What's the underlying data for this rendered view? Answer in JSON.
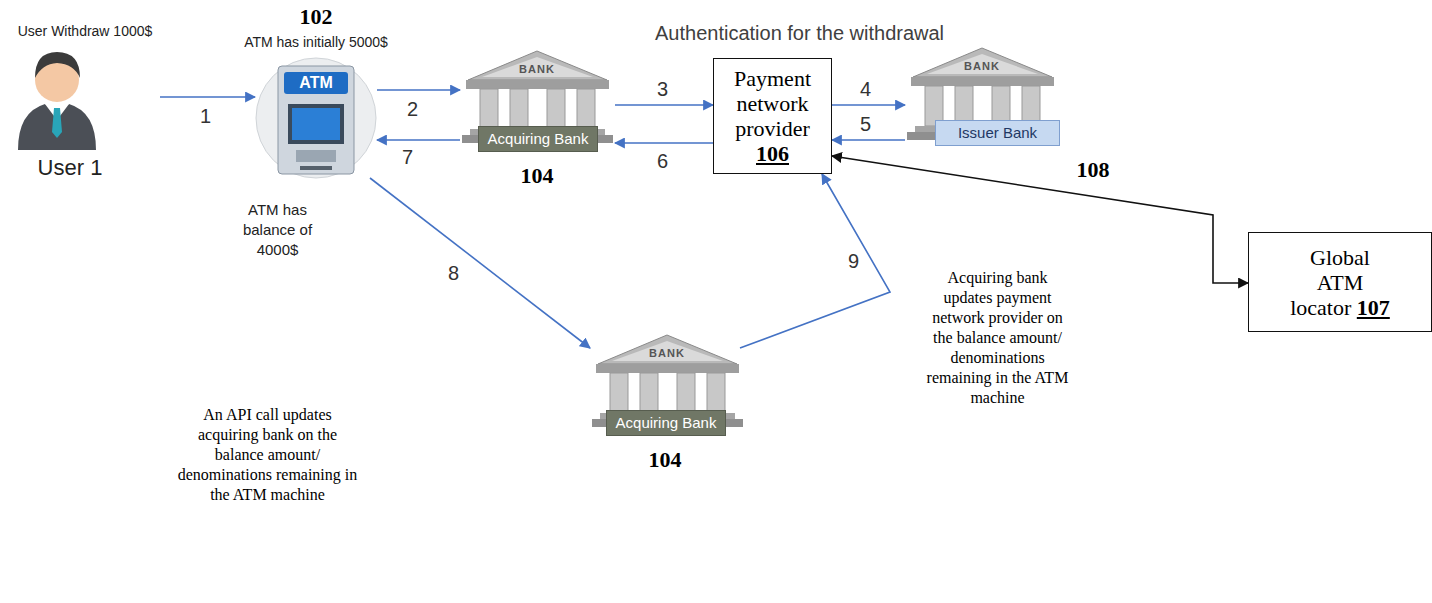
{
  "diagram": {
    "nodes": [
      {
        "text": [
          "User Withdraw 1000$",
          "User 1"
        ]
      },
      {
        "text": [
          "102",
          "ATM has initially 5000$",
          "ATM has balance of 4000$"
        ]
      },
      {
        "text": [
          "Acquiring Bank",
          "104"
        ]
      },
      {
        "text": [
          "Payment network provider",
          "106"
        ]
      },
      {
        "text": [
          "Issuer Bank",
          "108"
        ]
      },
      {
        "text": [
          "Global ATM locator",
          "107"
        ]
      },
      {
        "text": [
          "Acquiring Bank",
          "104"
        ]
      }
    ],
    "edges": [
      {
        "from": 0,
        "to": 1,
        "label": "1",
        "arrow": "to"
      },
      {
        "from": 1,
        "to": 2,
        "label": "2",
        "arrow": "to"
      },
      {
        "from": 2,
        "to": 1,
        "label": "7",
        "arrow": "to"
      },
      {
        "from": 2,
        "to": 3,
        "label": "3",
        "arrow": "to"
      },
      {
        "from": 3,
        "to": 2,
        "label": "6",
        "arrow": "to"
      },
      {
        "from": 3,
        "to": 4,
        "label": "4",
        "arrow": "to"
      },
      {
        "from": 4,
        "to": 3,
        "label": "5",
        "arrow": "to"
      },
      {
        "from": 1,
        "to": 6,
        "label": "8",
        "arrow": "to"
      },
      {
        "from": 6,
        "to": 3,
        "label": "9",
        "arrow": "to"
      },
      {
        "from": 3,
        "to": 5,
        "arrow": "both"
      }
    ],
    "labels": [
      "Authentication for the withdrawal",
      "ATM",
      "BANK",
      "BANK",
      "BANK",
      "An API call updates acquiring bank on the balance amount/ denominations remaining in the ATM machine",
      "Acquiring bank updates payment network provider on the balance amount/ denominations remaining in the ATM machine"
    ]
  }
}
